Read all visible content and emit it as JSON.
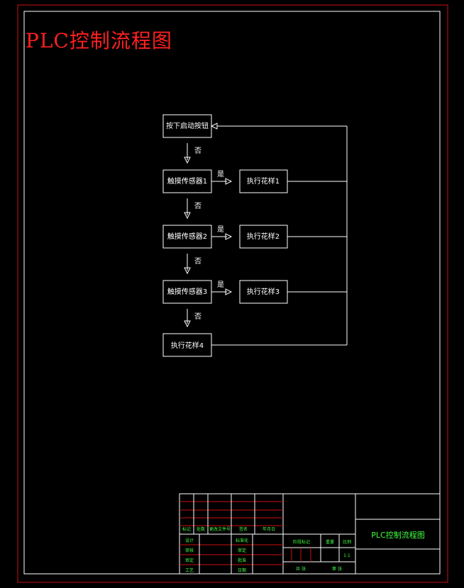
{
  "drawing": {
    "title": "PLC控制流程图",
    "colors": {
      "border": "#cc1111",
      "lines": "#ffffff",
      "title": "#ff2020",
      "title_block_text": "#40ff40"
    }
  },
  "flowchart": {
    "nodes": {
      "start": "按下启动按钮",
      "detect1": "触摸传感器1",
      "detect2": "触摸传感器2",
      "detect3": "触摸传感器3",
      "exec1": "执行花样1",
      "exec2": "执行花样2",
      "exec3": "执行花样3",
      "exec4": "执行花样4"
    },
    "edge_labels": {
      "no": "否",
      "yes": "是"
    }
  },
  "title_block": {
    "drawing_name": "PLC控制流程图",
    "header_row": [
      "标记",
      "处数",
      "更改文件号",
      "签名",
      "年月日"
    ],
    "left_labels": [
      "设计",
      "审核",
      "审定",
      "工艺"
    ],
    "mid_labels": [
      "标准化",
      "审定",
      "批准",
      "日期"
    ],
    "stage_label": "阶段标记",
    "weight_label": "重量",
    "scale_label": "比例",
    "scale_value": "1:1",
    "sheet_total": "共 张",
    "sheet_no": "第 张"
  }
}
